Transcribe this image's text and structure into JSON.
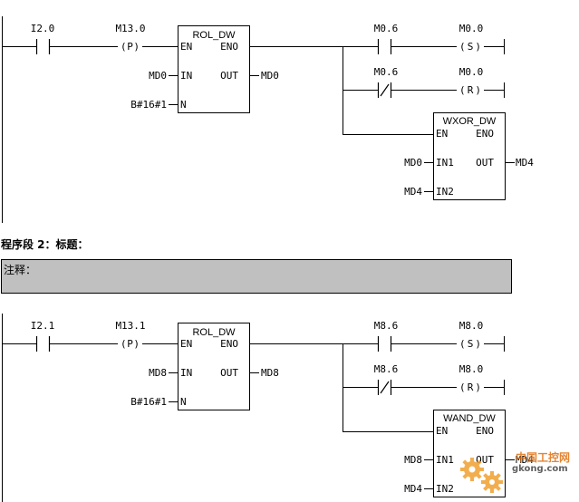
{
  "network1": {
    "contact_no": {
      "address": "I2.0"
    },
    "edge": {
      "address": "M13.0",
      "symbol": "P"
    },
    "rotate_block": {
      "name": "ROL_DW",
      "en": "EN",
      "eno": "ENO",
      "in_pin": "IN",
      "in_value": "MD0",
      "out_pin": "OUT",
      "out_value": "MD0",
      "n_pin": "N",
      "n_value": "B#16#1"
    },
    "contact_set": {
      "address": "M0.6"
    },
    "coil_set": {
      "address": "M0.0",
      "symbol": "S"
    },
    "contact_reset": {
      "address": "M0.6"
    },
    "coil_reset": {
      "address": "M0.0",
      "symbol": "R"
    },
    "logic_block": {
      "name": "WXOR_DW",
      "en": "EN",
      "eno": "ENO",
      "in1_pin": "IN1",
      "in1_value": "MD0",
      "out_pin": "OUT",
      "out_value": "MD4",
      "in2_pin": "IN2",
      "in2_value": "MD4"
    }
  },
  "network2_header": {
    "title": "程序段 2：标题：",
    "comment_label": "注释："
  },
  "network2": {
    "contact_no": {
      "address": "I2.1"
    },
    "edge": {
      "address": "M13.1",
      "symbol": "P"
    },
    "rotate_block": {
      "name": "ROL_DW",
      "en": "EN",
      "eno": "ENO",
      "in_pin": "IN",
      "in_value": "MD8",
      "out_pin": "OUT",
      "out_value": "MD8",
      "n_pin": "N",
      "n_value": "B#16#1"
    },
    "contact_set": {
      "address": "M8.6"
    },
    "coil_set": {
      "address": "M8.0",
      "symbol": "S"
    },
    "contact_reset": {
      "address": "M8.6"
    },
    "coil_reset": {
      "address": "M8.0",
      "symbol": "R"
    },
    "logic_block": {
      "name": "WAND_DW",
      "en": "EN",
      "eno": "ENO",
      "in1_pin": "IN1",
      "in1_value": "MD8",
      "out_pin": "OUT",
      "out_value": "MD4",
      "in2_pin": "IN2",
      "in2_value": "MD4"
    }
  },
  "watermark": {
    "brand": "中国工控网",
    "url": "gkong.com",
    "icon": "gear-icon",
    "color": "#e07010"
  }
}
